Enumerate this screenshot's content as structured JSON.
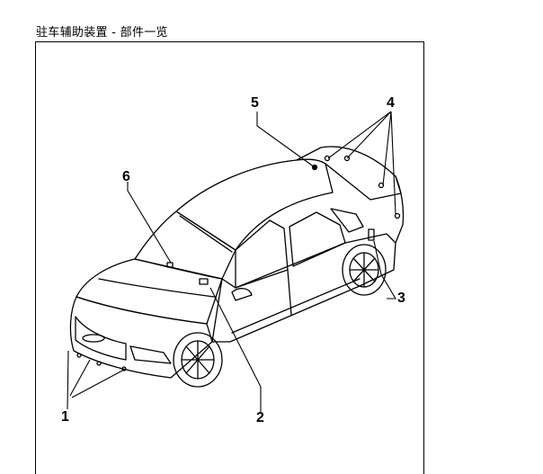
{
  "header": {
    "title": "驻车辅助装置 - 部件一览"
  },
  "callouts": [
    {
      "id": "1",
      "label": "1"
    },
    {
      "id": "2",
      "label": "2"
    },
    {
      "id": "3",
      "label": "3"
    },
    {
      "id": "4",
      "label": "4"
    },
    {
      "id": "5",
      "label": "5"
    },
    {
      "id": "6",
      "label": "6"
    }
  ],
  "colors": {
    "line": "#000000",
    "background": "#ffffff"
  }
}
